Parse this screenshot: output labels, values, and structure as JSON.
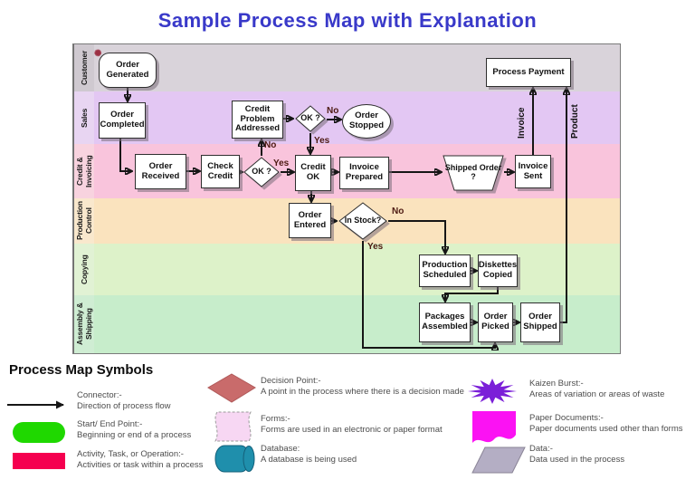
{
  "title": "Sample Process Map with Explanation",
  "icons": {
    "mini_burst": "✺"
  },
  "diagram": {
    "lanes": [
      {
        "label": "Customer"
      },
      {
        "label": "Sales"
      },
      {
        "label": "Credit & Invoicing"
      },
      {
        "label": "Production Control"
      },
      {
        "label": "Copying"
      },
      {
        "label": "Assembly & Shipping"
      }
    ],
    "nodes": {
      "order_generated": {
        "label": "Order Generated",
        "type": "start"
      },
      "process_payment": {
        "label": "Process Payment",
        "type": "activity"
      },
      "order_completed": {
        "label": "Order Completed",
        "type": "activity"
      },
      "credit_problem_addressed": {
        "label": "Credit Problem Addressed",
        "type": "activity"
      },
      "ok_credit_problem": {
        "label": "OK ?",
        "type": "decision"
      },
      "order_stopped": {
        "label": "Order Stopped",
        "type": "end"
      },
      "order_received": {
        "label": "Order Received",
        "type": "activity"
      },
      "check_credit": {
        "label": "Check Credit",
        "type": "activity"
      },
      "ok_check_credit": {
        "label": "OK ?",
        "type": "decision"
      },
      "credit_ok": {
        "label": "Credit OK",
        "type": "activity"
      },
      "invoice_prepared": {
        "label": "Invoice Prepared",
        "type": "activity"
      },
      "shipped_order": {
        "label": "Shipped Order ?",
        "type": "manual"
      },
      "invoice_sent": {
        "label": "Invoice Sent",
        "type": "activity"
      },
      "order_entered": {
        "label": "Order Entered",
        "type": "activity"
      },
      "in_stock": {
        "label": "In Stock?",
        "type": "decision"
      },
      "production_scheduled": {
        "label": "Production Scheduled",
        "type": "activity"
      },
      "diskettes_copied": {
        "label": "Diskettes Copied",
        "type": "activity"
      },
      "packages_assembled": {
        "label": "Packages Assembled",
        "type": "activity"
      },
      "order_picked": {
        "label": "Order Picked",
        "type": "activity"
      },
      "order_shipped": {
        "label": "Order Shipped",
        "type": "activity"
      }
    },
    "branch_labels": {
      "yes": "Yes",
      "no": "No"
    },
    "flow_labels": {
      "invoice": "Invoice",
      "product": "Product"
    }
  },
  "legend": {
    "title": "Process Map Symbols",
    "items": [
      {
        "name": "connector",
        "label": "Connector:-",
        "desc": "Direction of process flow"
      },
      {
        "name": "start-end-point",
        "label": "Start/ End Point:-",
        "desc": "Beginning or end of a process"
      },
      {
        "name": "activity",
        "label": "Activity, Task, or Operation:-",
        "desc": "Activities or task within a process"
      },
      {
        "name": "decision-point",
        "label": "Decision Point:-",
        "desc": "A point in the process where there is a decision made"
      },
      {
        "name": "forms",
        "label": "Forms:-",
        "desc": "Forms are used in an electronic or paper format"
      },
      {
        "name": "database",
        "label": "Database:",
        "desc": "A database is being used"
      },
      {
        "name": "kaizen-burst",
        "label": "Kaizen Burst:-",
        "desc": "Areas of variation or areas of waste"
      },
      {
        "name": "paper-documents",
        "label": "Paper Documents:-",
        "desc": "Paper documents used other than forms"
      },
      {
        "name": "data",
        "label": "Data:-",
        "desc": "Data used in the process"
      }
    ]
  },
  "colors": {
    "title_blue": "#3939C9",
    "lane_customer": "#D9D3DA",
    "lane_customer_label": "#CFC9D0",
    "lane_sales": "#E3C7F3",
    "lane_sales_label": "#E8D5F2",
    "lane_credit": "#F9C4DC",
    "lane_credit_label": "#F8D3DF",
    "lane_production": "#FAE3BE",
    "lane_production_label": "#F9E8CD",
    "lane_copying": "#DDF2C9",
    "lane_copying_label": "#E1F2D4",
    "lane_assembly": "#C7EDCB",
    "lane_assembly_label": "#CFEDD3",
    "start_end_green": "#1FD800",
    "activity_pink": "#F5004F",
    "decision_red": "#C96B6B",
    "form_pink": "#F7D7F3",
    "database_teal": "#1F8FAC",
    "kaizen_purple": "#7B1FD8",
    "paper_magenta": "#FB12F3",
    "data_grey": "#B4AEC4"
  }
}
